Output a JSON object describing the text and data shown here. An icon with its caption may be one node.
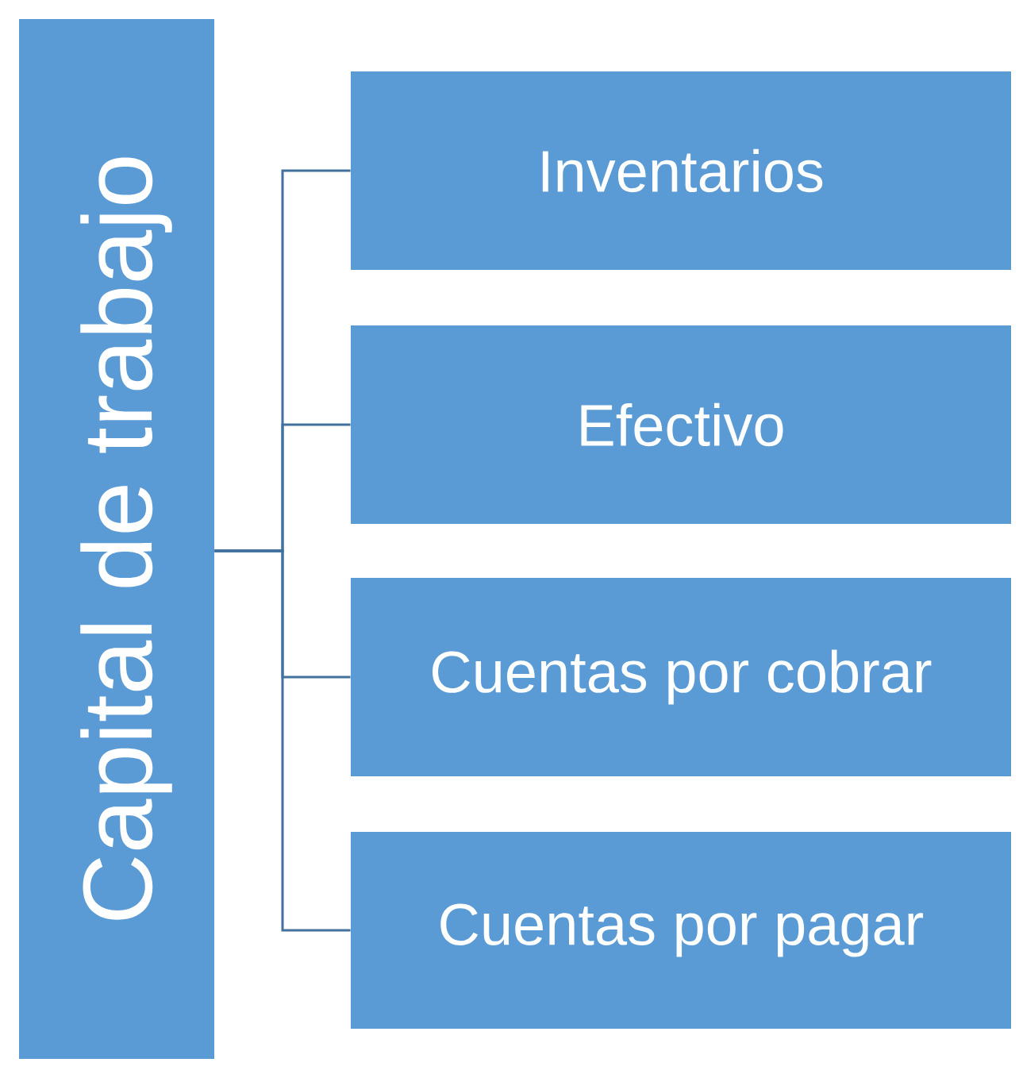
{
  "diagram": {
    "nodes": [
      {
        "text": [
          "Capital de trabajo"
        ]
      },
      {
        "text": [
          "Inventarios"
        ]
      },
      {
        "text": [
          "Efectivo"
        ]
      },
      {
        "text": [
          "Cuentas por cobrar"
        ]
      },
      {
        "text": [
          "Cuentas por pagar"
        ]
      }
    ],
    "edges": [
      {
        "from": 0,
        "to": 1,
        "arrow": "none"
      },
      {
        "from": 0,
        "to": 2,
        "arrow": "none"
      },
      {
        "from": 0,
        "to": 3,
        "arrow": "none"
      },
      {
        "from": 0,
        "to": 4,
        "arrow": "none"
      }
    ]
  }
}
